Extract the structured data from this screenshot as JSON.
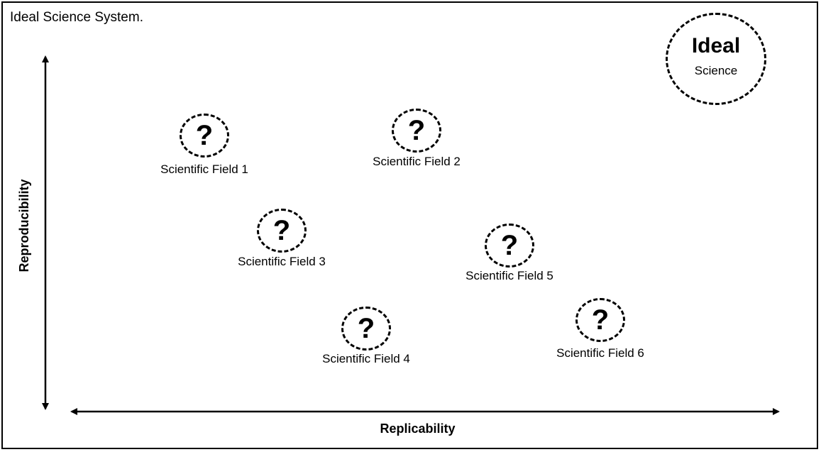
{
  "title": "Ideal Science System.",
  "ideal": {
    "main": "Ideal",
    "sub": "Science"
  },
  "axes": {
    "x_label": "Replicability",
    "y_label": "Reproducibility"
  },
  "question_symbol": "?",
  "fields": [
    {
      "label": "Scientific Field 1"
    },
    {
      "label": "Scientific Field 2"
    },
    {
      "label": "Scientific Field 3"
    },
    {
      "label": "Scientific Field 4"
    },
    {
      "label": "Scientific Field 5"
    },
    {
      "label": "Scientific Field 6"
    }
  ]
}
